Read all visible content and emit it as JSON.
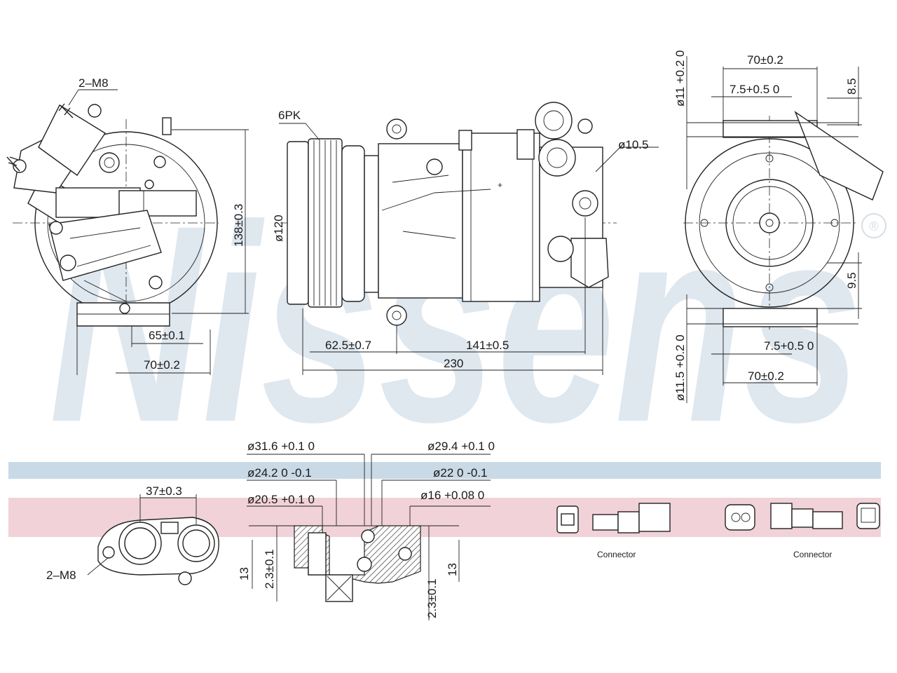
{
  "brand": {
    "watermark": "Nissens",
    "registered_mark": "®"
  },
  "colors": {
    "watermark": "#dfe7ef",
    "band_blue": "#c9d9e6",
    "band_red": "#f1d2d8",
    "line": "#222222"
  },
  "left_view": {
    "thread": "2–M8",
    "height_dim": "138±0.3",
    "mount_inner": "65±0.1",
    "mount_outer": "70±0.2"
  },
  "side_view": {
    "belt": "6PK",
    "pulley_dia": "ø120",
    "hole_dia": "ø10.5",
    "dim_a": "62.5±0.7",
    "dim_b": "141±0.5",
    "dim_total": "230"
  },
  "right_view": {
    "top_width": "70±0.2",
    "top_offset": "7.5+0.5 0",
    "top_slot": "ø11 +0.2 0",
    "top_height": "8.5",
    "bottom_width": "70±0.2",
    "bottom_offset": "7.5+0.5 0",
    "bottom_slot": "ø11.5 +0.2 0",
    "bottom_height": "9.5"
  },
  "port_view": {
    "spacing": "37±0.3",
    "thread": "2–M8"
  },
  "section": {
    "d1": "ø31.6 +0.1 0",
    "d2": "ø24.2 0 -0.1",
    "d3": "ø20.5 +0.1 0",
    "d4": "ø29.4 +0.1 0",
    "d5": "ø22 0 -0.1",
    "d6": "ø16 +0.08 0",
    "depth_left": "13",
    "step_left": "2.3±0.1",
    "depth_right": "13",
    "step_right": "2.3±0.1"
  },
  "connectors": {
    "label_1": "Connector",
    "label_2": "Connector"
  }
}
